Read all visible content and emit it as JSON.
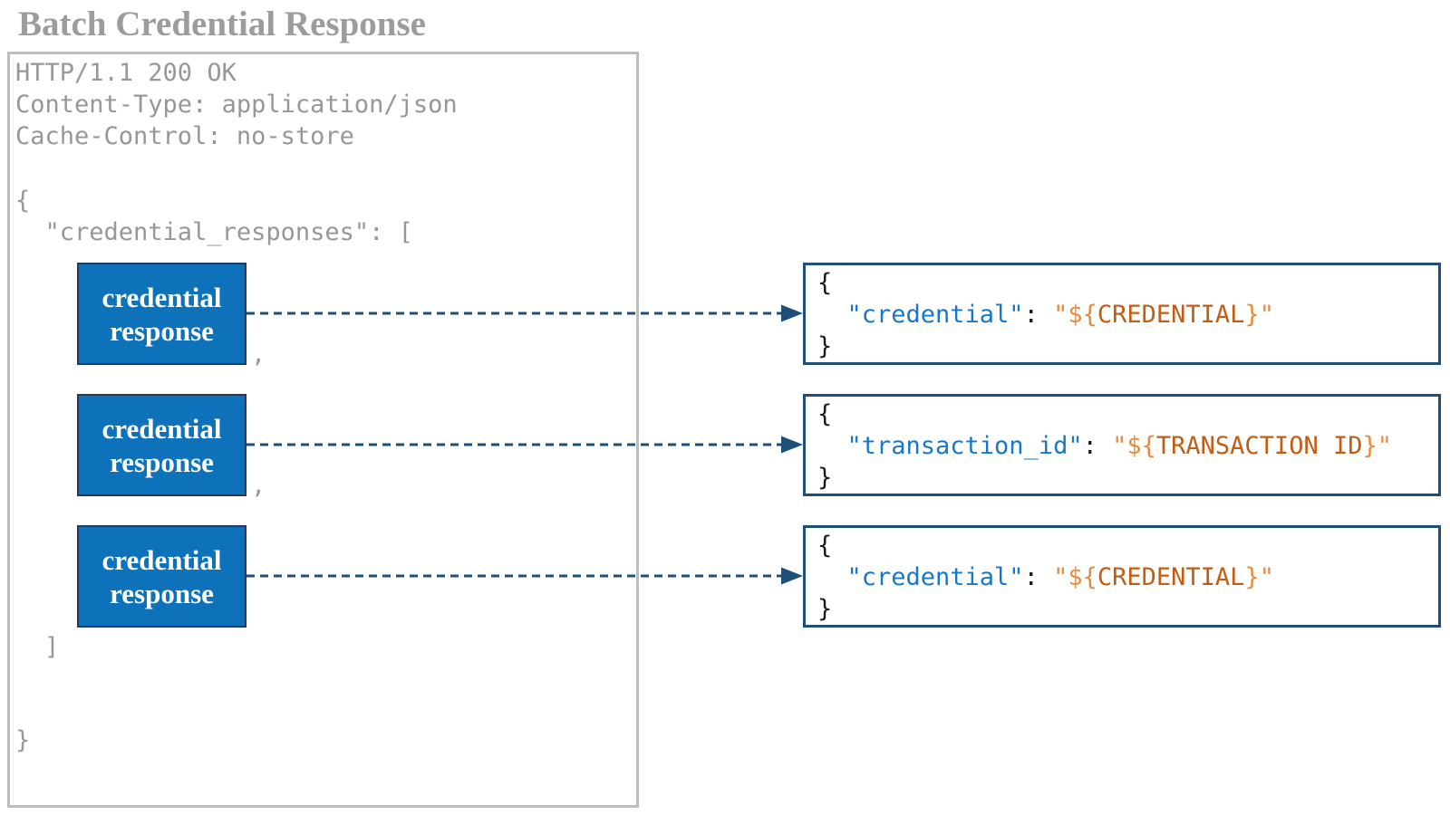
{
  "title": "Batch Credential Response",
  "http_response": {
    "status_line": "HTTP/1.1 200 OK",
    "content_type_header": "Content-Type: application/json",
    "cache_control_header": "Cache-Control: no-store",
    "body_open_brace": "{",
    "array_open_line": "  \"credential_responses\": [",
    "item_separator": ",",
    "array_close_bracket": "]",
    "body_close_brace": "}"
  },
  "nodes": [
    {
      "label": "credential response"
    },
    {
      "label": "credential response"
    },
    {
      "label": "credential response"
    }
  ],
  "details": [
    {
      "open_brace": "{",
      "key": "\"credential\"",
      "colon": ": ",
      "value_delim_open": "\"${",
      "value_name": "CREDENTIAL",
      "value_delim_close": "}\"",
      "close_brace": "}"
    },
    {
      "open_brace": "{",
      "key": "\"transaction_id\"",
      "colon": ": ",
      "value_delim_open": "\"${",
      "value_name": "TRANSACTION ID",
      "value_delim_close": "}\"",
      "close_brace": "}"
    },
    {
      "open_brace": "{",
      "key": "\"credential\"",
      "colon": ": ",
      "value_delim_open": "\"${",
      "value_name": "CREDENTIAL",
      "value_delim_close": "}\"",
      "close_brace": "}"
    }
  ],
  "colors": {
    "node_fill": "#0e72ba",
    "node_border": "#1f3864",
    "arrow": "#1f4e79",
    "detail_border": "#1f4e79",
    "key_text": "#1878c8",
    "value_delim_text": "#e88a3e",
    "value_name_text": "#c05e16",
    "punctuation_text": "#1a1a1a",
    "muted_text": "#979797",
    "title_text": "#9c9c9c",
    "frame_border": "#bdbdbd"
  }
}
